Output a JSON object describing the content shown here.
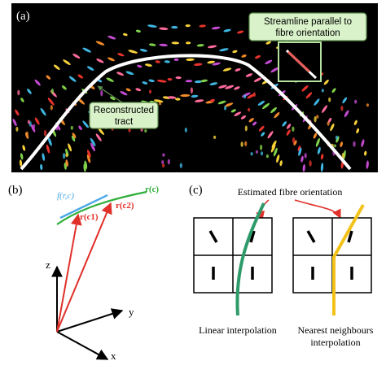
{
  "panel_a": {
    "label": "(a)",
    "callout_streamline_line1": "Streamline parallel to",
    "callout_streamline_line2": "fibre orientation",
    "callout_tract_line1": "Reconstructed",
    "callout_tract_line2": "tract",
    "colors": {
      "background": "#000000",
      "tract": "#ffffff",
      "callout_fill": "#d9f2c9",
      "callout_border": "#5a8a4a"
    }
  },
  "panel_b": {
    "label": "(b)",
    "tangent_label": "f(r,c)",
    "curve_label": "r(c)",
    "vec1_label": "r(c1)",
    "vec2_label": "r(c2)",
    "axis_z": "z",
    "axis_y": "y",
    "axis_x": "x",
    "colors": {
      "curve": "#2fae3a",
      "tangent": "#4aa8e8",
      "vectors": "#e0302a",
      "axes": "#000000"
    }
  },
  "panel_c": {
    "label": "(c)",
    "title": "Estimated fibre orientation",
    "left_caption": "Linear interpolation",
    "right_caption_line1": "Nearest neighbours",
    "right_caption_line2": "interpolation",
    "colors": {
      "linear": "#2e9a6a",
      "nearest": "#f2c21a",
      "arrows": "#e0302a"
    }
  }
}
